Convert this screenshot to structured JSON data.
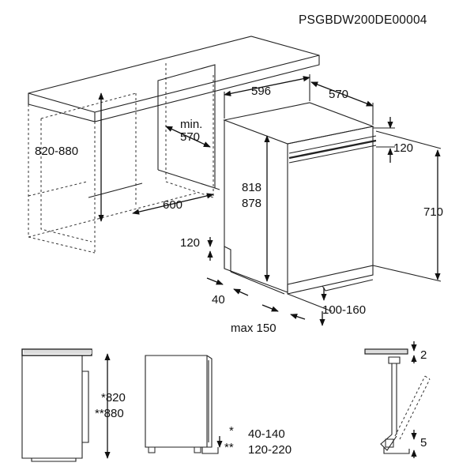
{
  "diagram_code": "PSGBDW200DE00004",
  "main_view": {
    "cabinet_height": "820-880",
    "niche_width": "600",
    "niche_depth_min": "min.",
    "niche_depth_value": "570",
    "appliance_width": "596",
    "appliance_depth": "570",
    "appliance_height_1": "818",
    "appliance_height_2": "878",
    "door_offset": "120",
    "door_height": "710",
    "plinth_height": "120",
    "plinth_recess": "40",
    "plinth_range": "100-160",
    "plinth_max": "max 150"
  },
  "bottom_left": {
    "height_1": "*820",
    "height_2": "**880"
  },
  "bottom_middle": {
    "star_1": "*",
    "range_1": "40-140",
    "star_2": "**",
    "range_2": "120-220"
  },
  "bottom_right": {
    "gap_top": "2",
    "gap_bottom": "5"
  }
}
